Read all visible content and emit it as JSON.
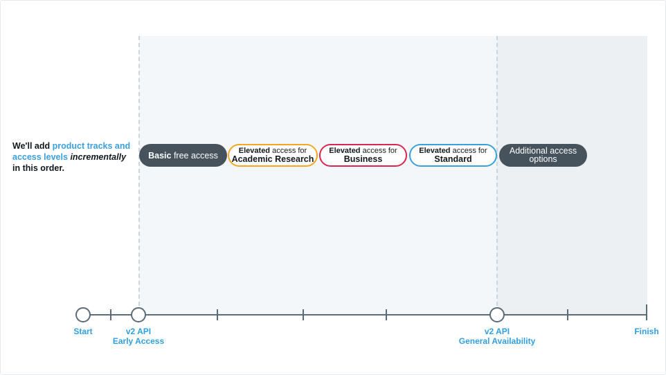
{
  "intro": {
    "part1": "We'll add ",
    "highlight": "product tracks and access levels",
    "part2": " ",
    "emphasis": "incrementally",
    "part3": " in this order."
  },
  "stages": [
    {
      "bold": "Basic",
      "text": " free access",
      "line2": ""
    },
    {
      "bold": "Elevated",
      "text": " access for",
      "line2": "Academic Research",
      "border": "#f5a623"
    },
    {
      "bold": "Elevated",
      "text": " access for",
      "line2": "Business",
      "border": "#d9264f"
    },
    {
      "bold": "Elevated",
      "text": " access for",
      "line2": "Standard",
      "border": "#3aa0dc"
    },
    {
      "bold": "",
      "text": "Additional access",
      "line2": "options"
    }
  ],
  "timeline": {
    "start": "Start",
    "early_access_line1": "v2 API",
    "early_access_line2": "Early Access",
    "ga_line1": "v2 API",
    "ga_line2": "General Availability",
    "finish": "Finish"
  },
  "colors": {
    "label_blue": "#2f9fe0",
    "axis": "#5c6b78",
    "dark_pill": "#46525c"
  }
}
